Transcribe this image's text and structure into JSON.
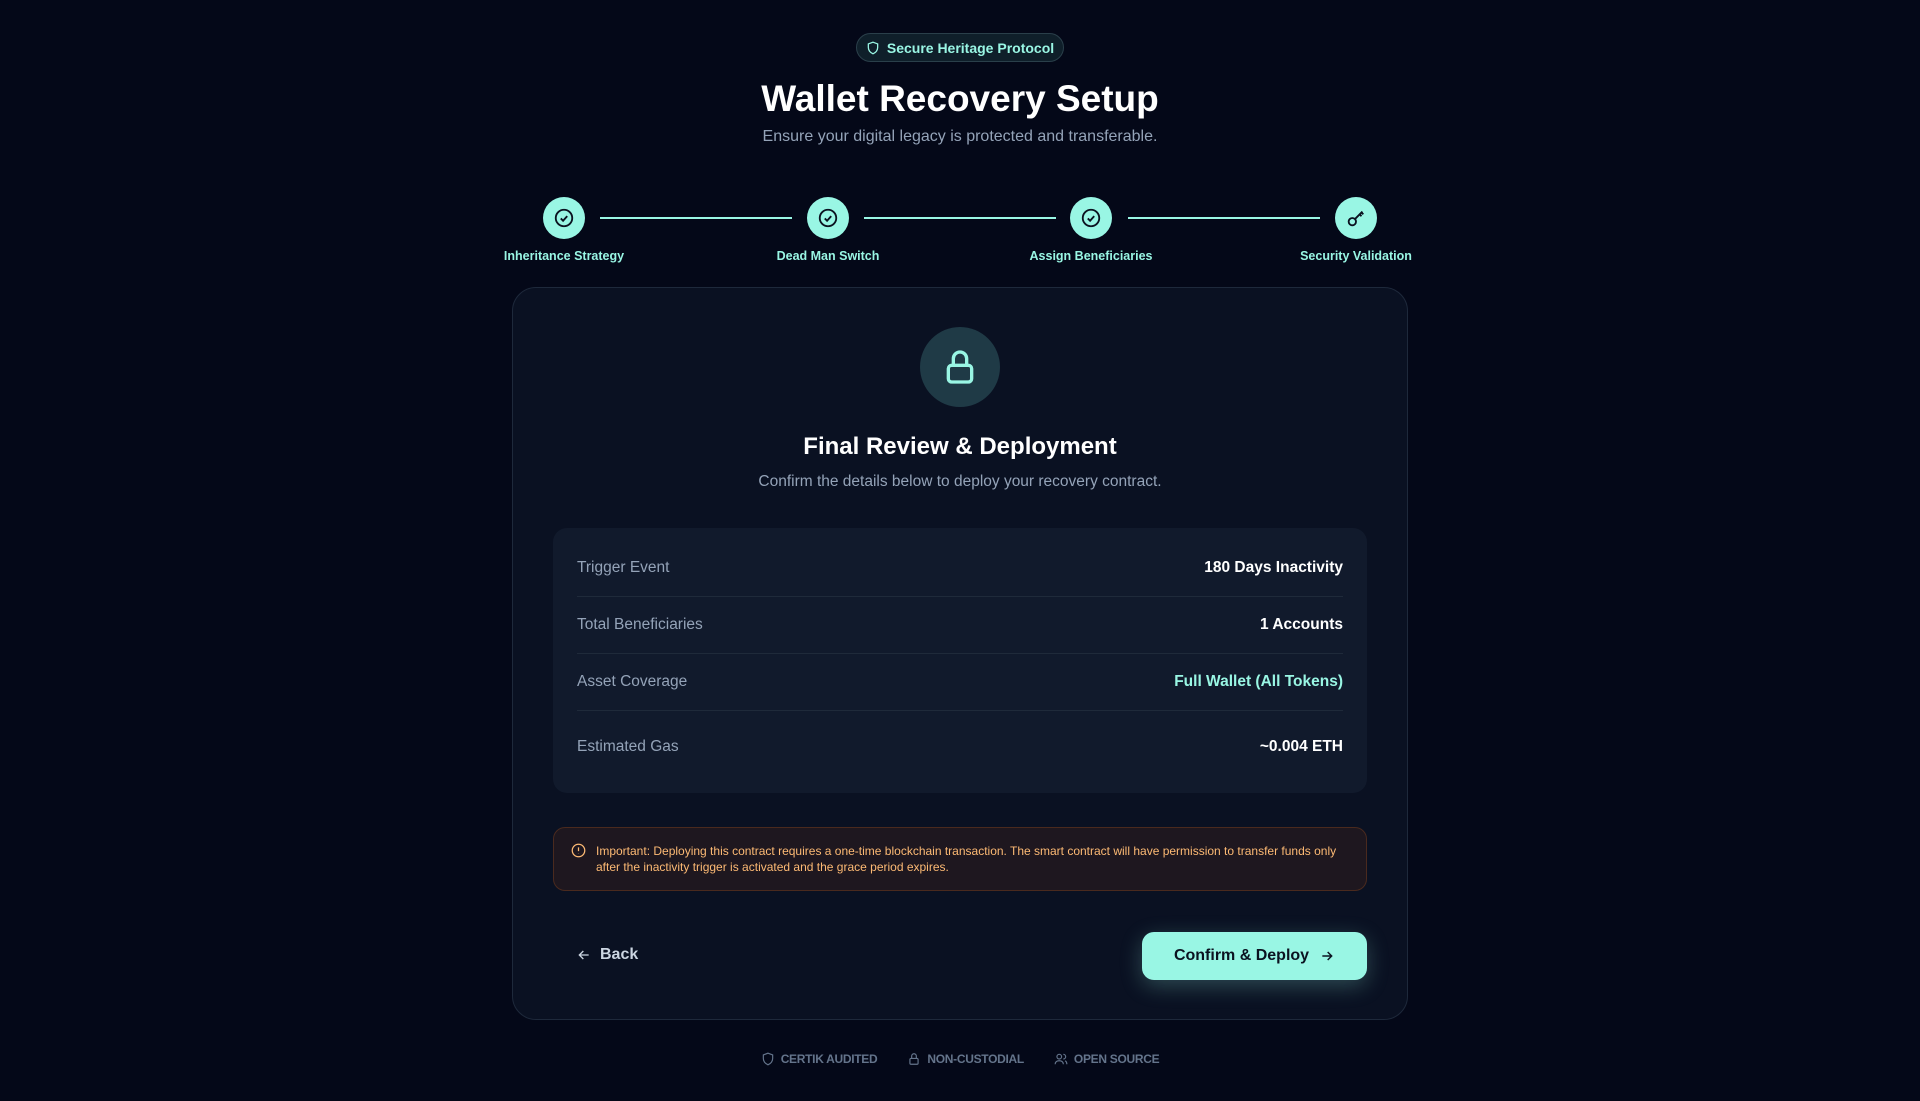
{
  "header": {
    "badge": "Secure Heritage Protocol",
    "title": "Wallet Recovery Setup",
    "subtitle": "Ensure your digital legacy is protected and transferable."
  },
  "steps": [
    {
      "label": "Inheritance Strategy",
      "icon": "check-circle-icon",
      "status": "complete"
    },
    {
      "label": "Dead Man Switch",
      "icon": "check-circle-icon",
      "status": "complete"
    },
    {
      "label": "Assign Beneficiaries",
      "icon": "check-circle-icon",
      "status": "complete"
    },
    {
      "label": "Security Validation",
      "icon": "key-icon",
      "status": "current"
    }
  ],
  "card": {
    "icon": "lock-icon",
    "title": "Final Review & Deployment",
    "subtitle": "Confirm the details below to deploy your recovery contract.",
    "summary": [
      {
        "label": "Trigger Event",
        "value": "180 Days Inactivity"
      },
      {
        "label": "Total Beneficiaries",
        "value": "1 Accounts"
      },
      {
        "label": "Asset Coverage",
        "value": "Full Wallet (All Tokens)"
      },
      {
        "label": "Estimated Gas",
        "value": "~0.004 ETH"
      }
    ],
    "warning": "Important: Deploying this contract requires a one-time blockchain transaction. The smart contract will have permission to transfer funds only after the inactivity trigger is activated and the grace period expires.",
    "back_label": "Back",
    "confirm_label": "Confirm & Deploy"
  },
  "footer": [
    {
      "label": "CERTIK AUDITED"
    },
    {
      "label": "NON-CUSTODIAL"
    },
    {
      "label": "OPEN SOURCE"
    }
  ],
  "colors": {
    "accent": "#99f6e4",
    "background": "#040818",
    "warning": "#fdba74"
  }
}
